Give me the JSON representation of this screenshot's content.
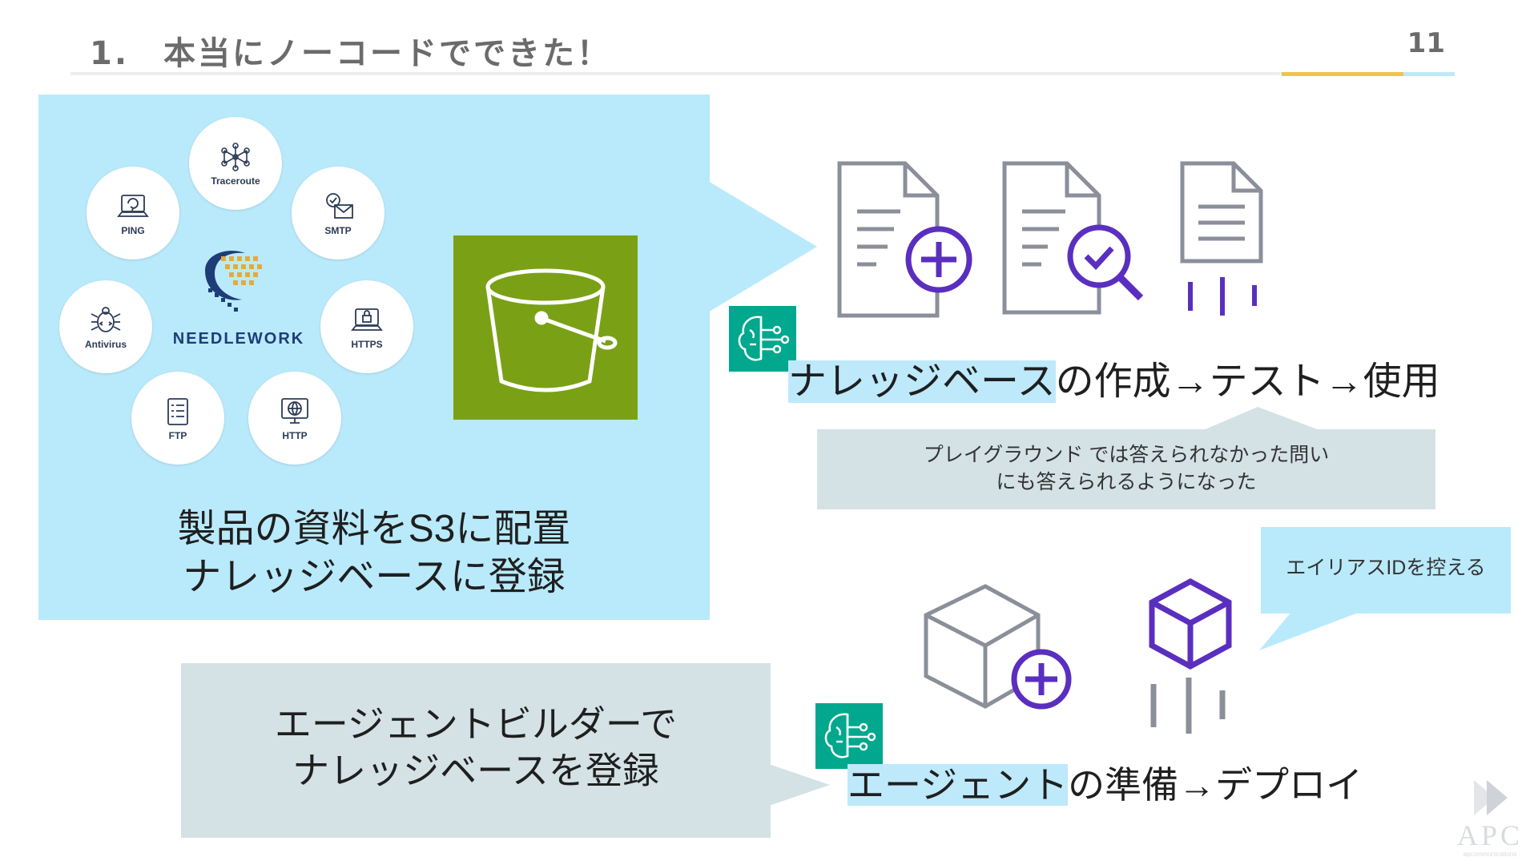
{
  "header": {
    "title": "1.　本当にノーコードでできた！",
    "page_number": "11"
  },
  "kb_panel": {
    "logo_text": "NEEDLEWORK",
    "protocols": [
      "Traceroute",
      "PING",
      "SMTP",
      "Antivirus",
      "HTTPS",
      "FTP",
      "HTTP"
    ],
    "caption_line1": "製品の資料をS3に配置",
    "caption_line2": "ナレッジベースに登録"
  },
  "kb_flow": {
    "highlight": "ナレッジベース",
    "rest": "の作成→テスト→使用",
    "note_line1": "プレイグラウンド では答えられなかった問い",
    "note_line2": "にも答えられるようになった"
  },
  "agent_flow": {
    "highlight": "エージェント",
    "rest": "の準備→デプロイ",
    "alias_note": "エイリアスIDを控える"
  },
  "builder_panel": {
    "line1": "エージェントビルダーで",
    "line2": "ナレッジベースを登録"
  },
  "footer": {
    "logo_text": "APC",
    "logo_sub": "apcommunications"
  },
  "colors": {
    "callout_blue": "#b9eafb",
    "callout_grey": "#d4e2e6",
    "s3_green": "#7aa116",
    "bedrock_teal": "#01a88d",
    "accent_purple": "#5a2fbf",
    "rule_yellow": "#f3c24a"
  },
  "icons": [
    "s3-bucket-icon",
    "bedrock-brain-icon",
    "document-add-icon",
    "document-search-icon",
    "document-deploy-icon",
    "cube-add-icon",
    "cube-deploy-icon",
    "apc-arrow-icon"
  ]
}
